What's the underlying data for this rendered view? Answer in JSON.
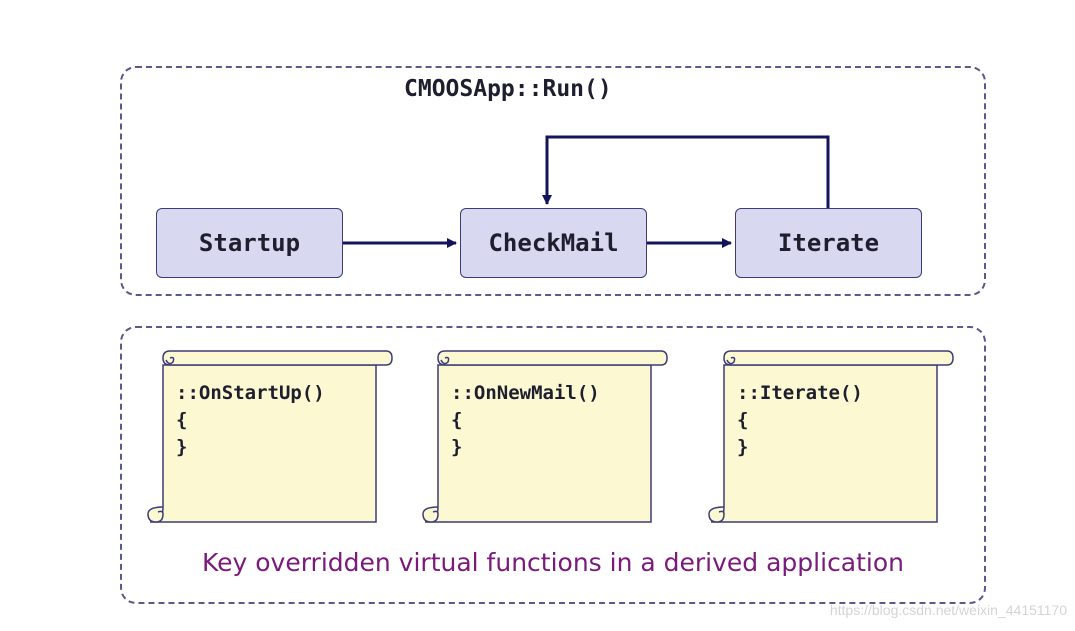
{
  "run_panel": {
    "title": "CMOOSApp::Run()",
    "stages": {
      "startup": "Startup",
      "checkmail": "CheckMail",
      "iterate": "Iterate"
    }
  },
  "functions_panel": {
    "scrolls": [
      {
        "signature": "::OnStartUp()",
        "open_brace": "{",
        "close_brace": "}"
      },
      {
        "signature": "::OnNewMail()",
        "open_brace": "{",
        "close_brace": "}"
      },
      {
        "signature": "::Iterate()",
        "open_brace": "{",
        "close_brace": "}"
      }
    ],
    "caption": "Key overridden virtual functions in a derived application"
  },
  "watermark": "https://blog.csdn.net/weixin_44151170",
  "colors": {
    "stage_fill": "#d8d8f0",
    "arrow": "#14145a",
    "scroll_fill": "#fbf8d2",
    "caption": "#7a1a7a"
  }
}
